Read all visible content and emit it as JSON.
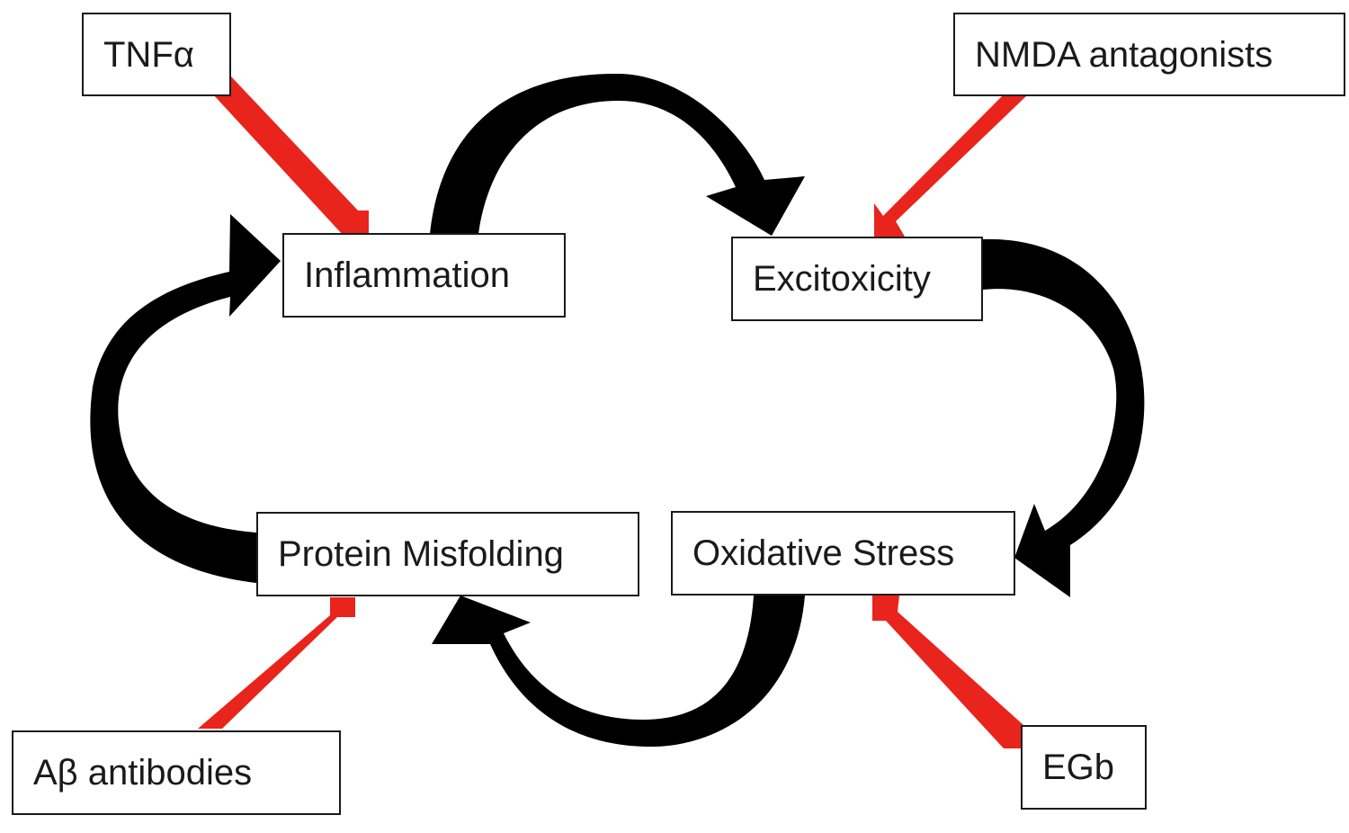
{
  "nodes": {
    "tnfa": "TNFα",
    "nmda_antagonists": "NMDA antagonists",
    "inflammation": "Inflammation",
    "excitoxicity": "Excitoxicity",
    "protein_misfolding": "Protein Misfolding",
    "oxidative_stress": "Oxidative Stress",
    "abeta_antibodies": "Aβ antibodies",
    "egb": "EGb"
  },
  "colors": {
    "cycle_arrow": "#000000",
    "inhibitor_arrow": "#e8241c",
    "box_border": "#1a1a1a",
    "text": "#1a1a1a"
  }
}
